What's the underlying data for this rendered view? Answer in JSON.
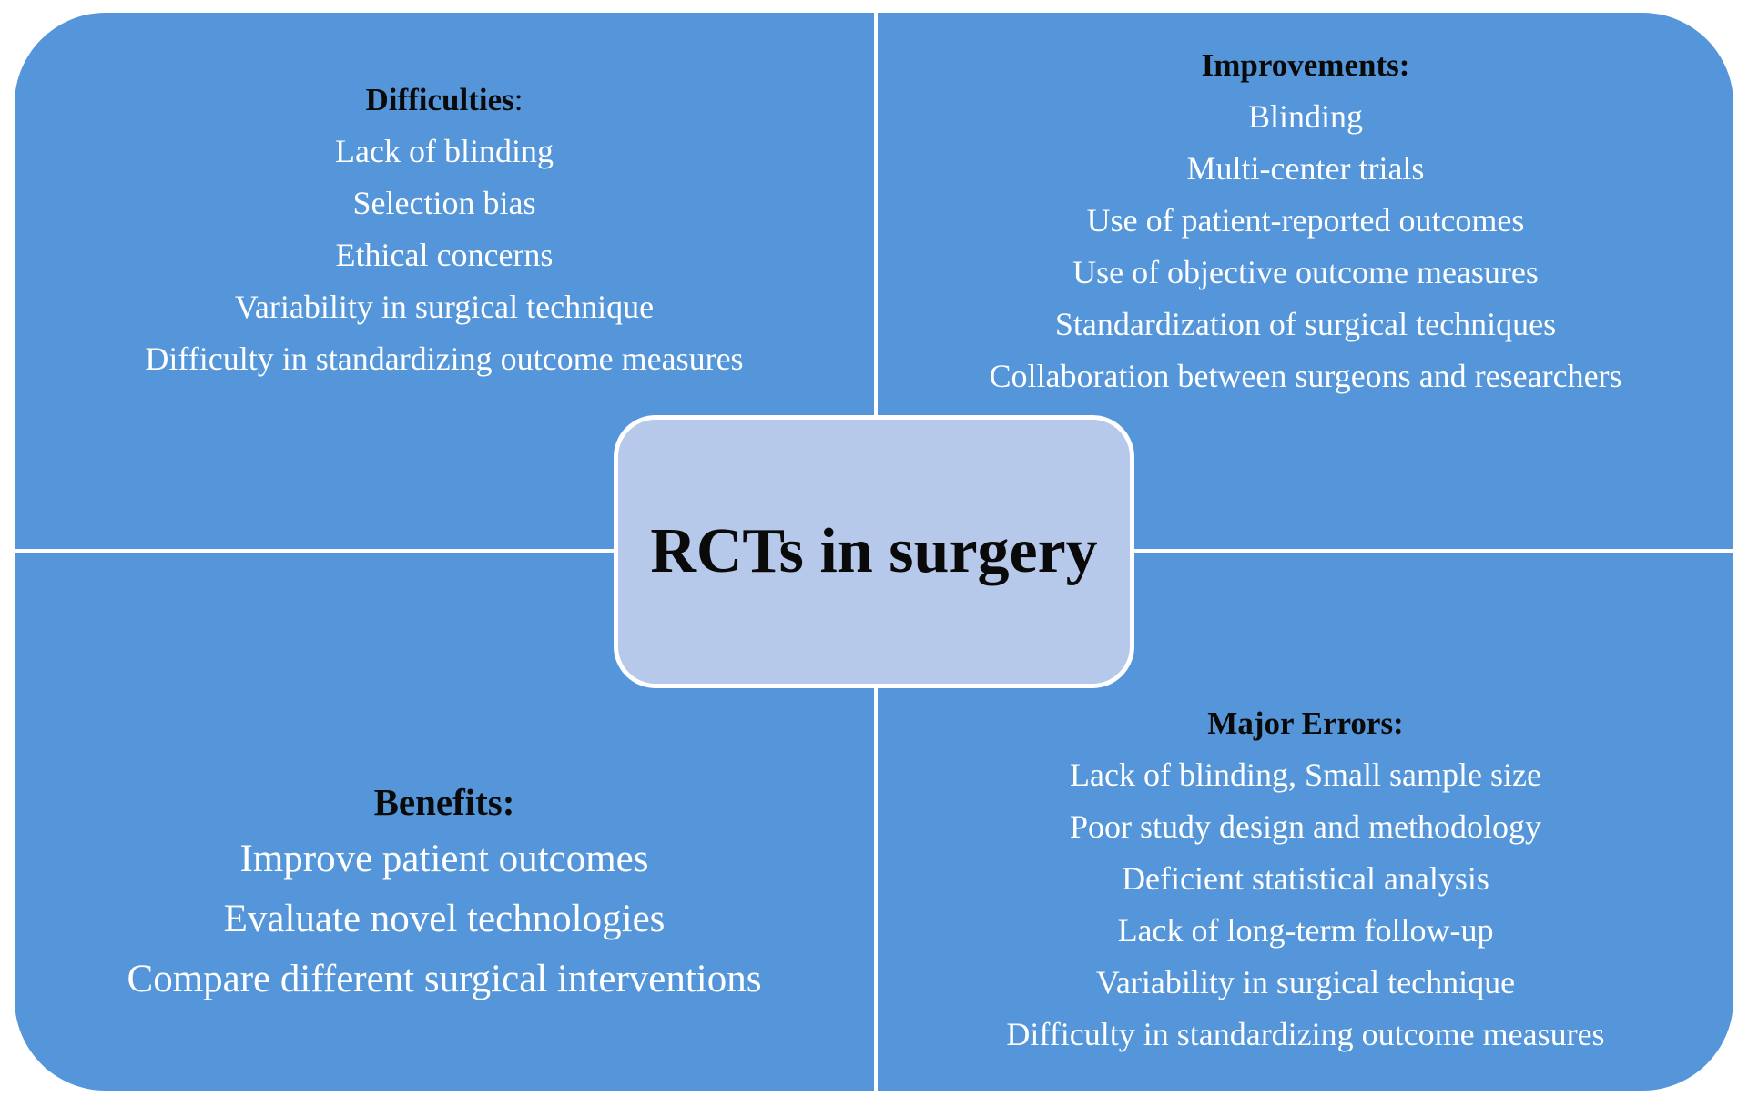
{
  "center": {
    "title": "RCTs in surgery"
  },
  "difficulties": {
    "title": "Difficulties",
    "colon": ":",
    "items": [
      "Lack of blinding",
      "Selection bias",
      "Ethical concerns",
      "Variability in surgical technique",
      "Difficulty in standardizing outcome measures"
    ]
  },
  "improvements": {
    "title": "Improvements:",
    "items": [
      "Blinding",
      "Multi-center trials",
      "Use of patient-reported outcomes",
      "Use of objective outcome measures",
      "Standardization of surgical techniques",
      "Collaboration between surgeons and researchers"
    ]
  },
  "benefits": {
    "title": "Benefits:",
    "items": [
      "Improve patient outcomes",
      "Evaluate novel technologies",
      "Compare different surgical interventions"
    ]
  },
  "major_errors": {
    "title": "Major Errors:",
    "items": [
      "Lack of blinding, Small sample size",
      "Poor study design and methodology",
      "Deficient statistical analysis",
      "Lack of long-term follow-up",
      "Variability in surgical technique",
      "Difficulty in standardizing outcome measures"
    ]
  },
  "colors": {
    "quadrant": "#5496d9",
    "center": "#b6c9ea",
    "divider": "#ffffff",
    "heading": "#0a0a0a",
    "item": "#ffffff"
  }
}
